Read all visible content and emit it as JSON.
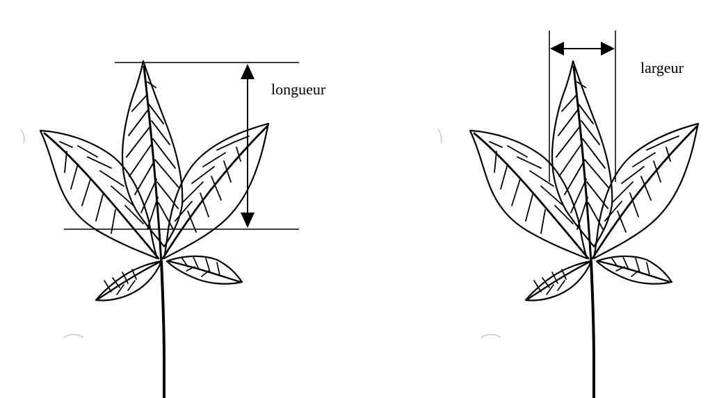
{
  "labels": {
    "length": "longueur",
    "width": "largeur"
  },
  "colors": {
    "ink": "#000000",
    "background": "#ffffff",
    "faint_mark": "#c9c9c9"
  },
  "icons": {
    "leaf": "palmate-leaf-drawing",
    "length_arrow": "vertical-double-arrow",
    "width_arrow": "horizontal-double-arrow"
  }
}
